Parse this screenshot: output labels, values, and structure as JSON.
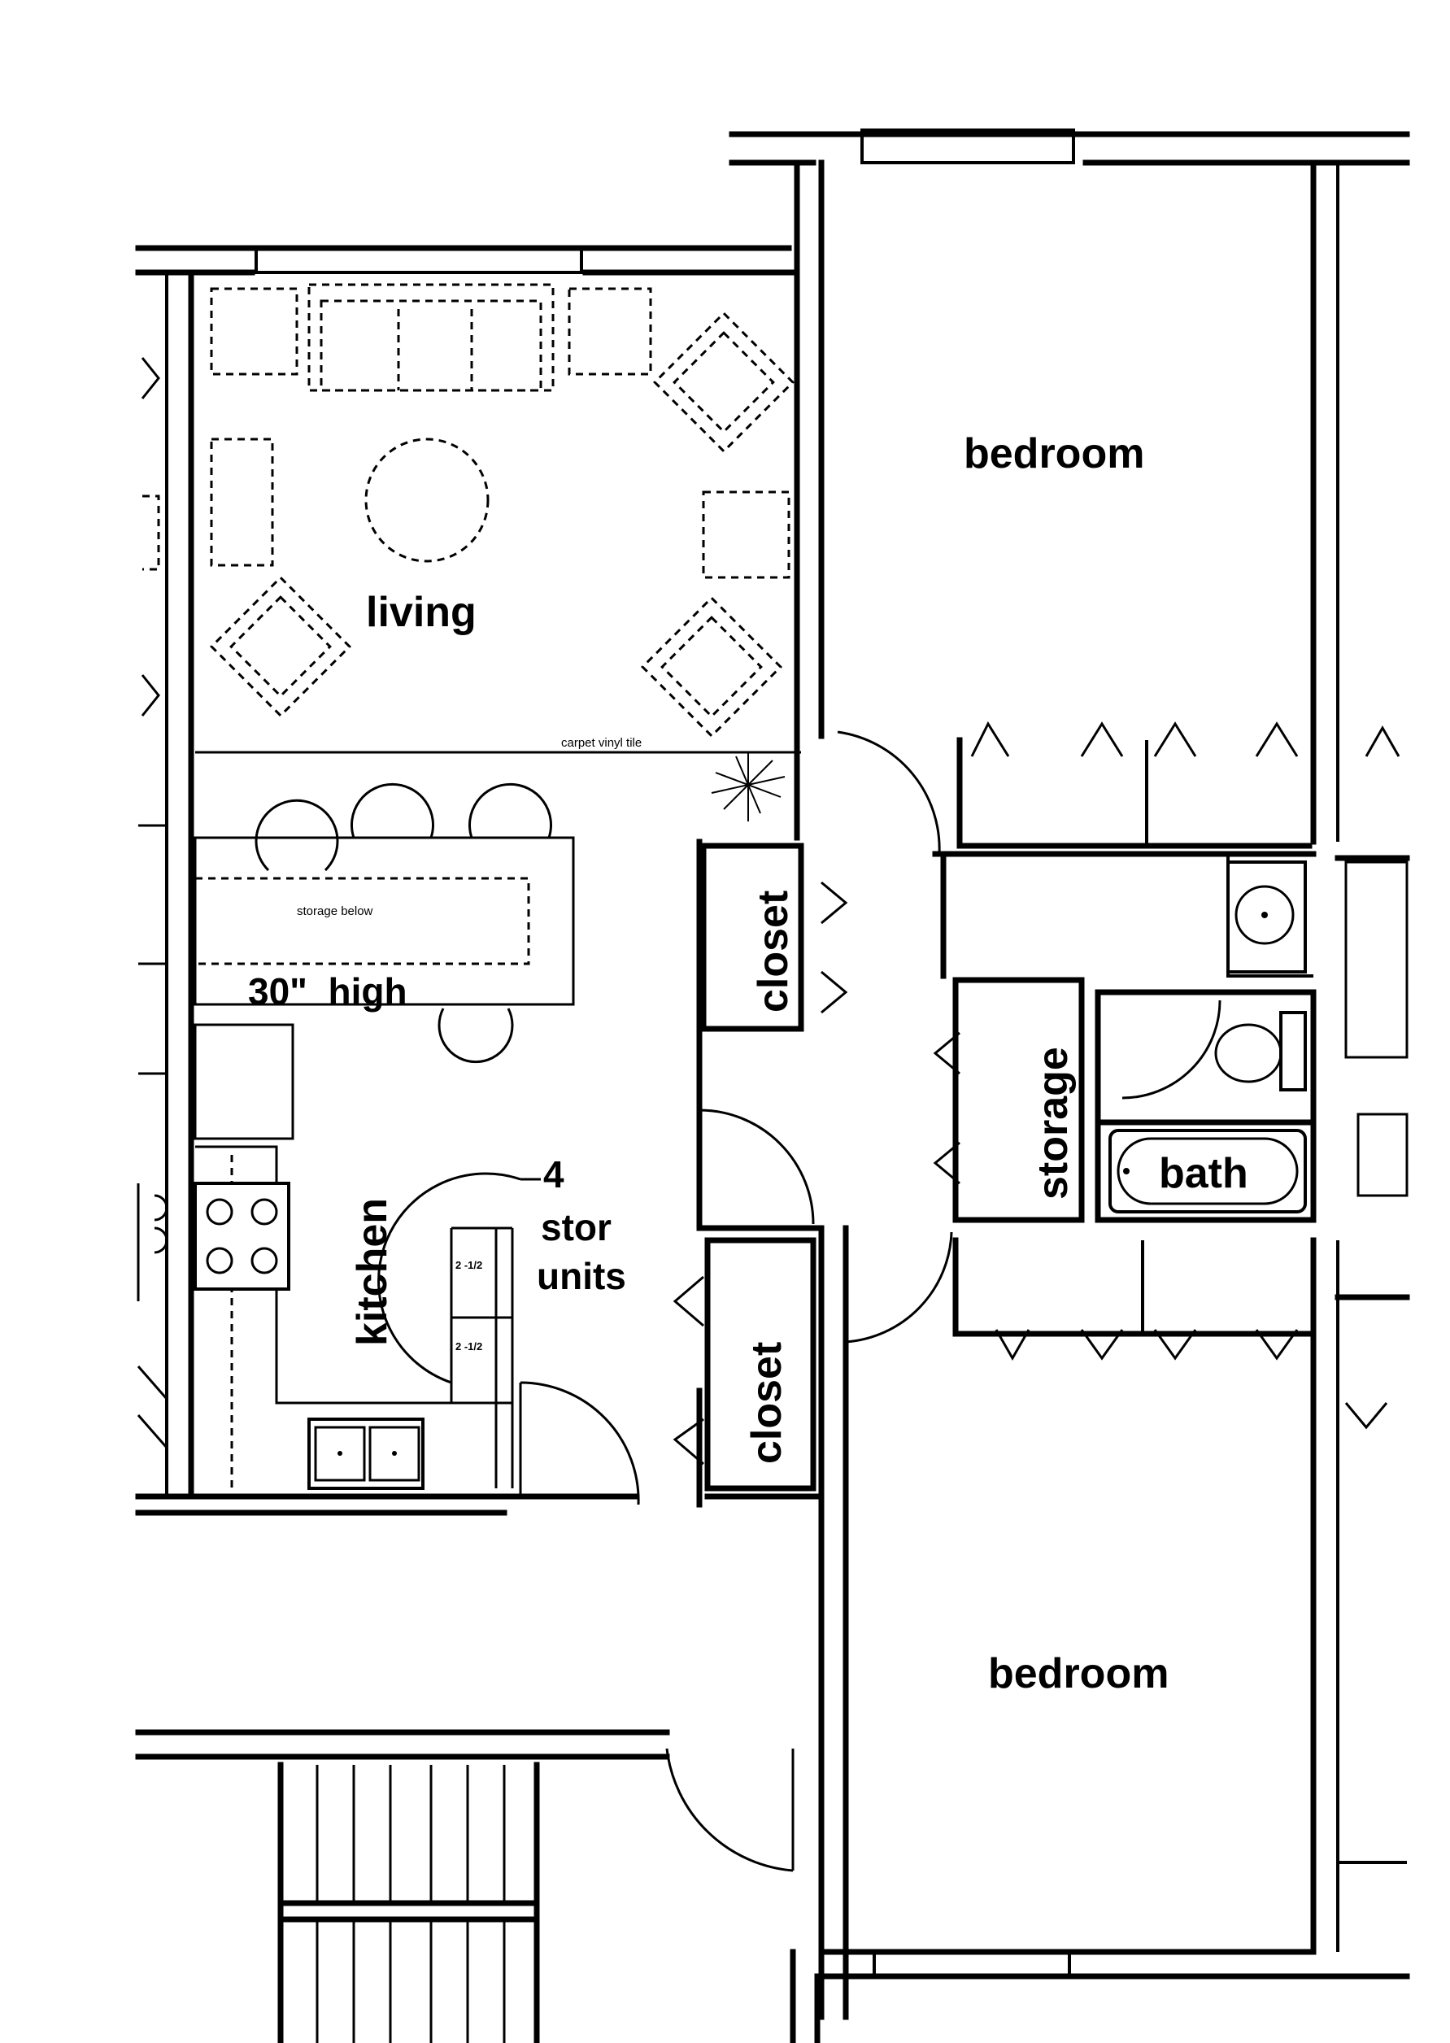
{
  "labels": {
    "bedroom_top": "bedroom",
    "bedroom_bottom": "bedroom",
    "living": "living",
    "closet_upper": "closet",
    "closet_lower": "closet",
    "storage": "storage",
    "bath": "bath",
    "kitchen": "kitchen",
    "high_30": "30\"  high",
    "storage_below": "storage below",
    "carpet_note": "carpet\nvinyl tile",
    "stor_units_4": "4",
    "stor_units_word": "stor",
    "stor_units_units": "units",
    "unit_a": "2 -1/2",
    "unit_b": "2 -1/2"
  }
}
